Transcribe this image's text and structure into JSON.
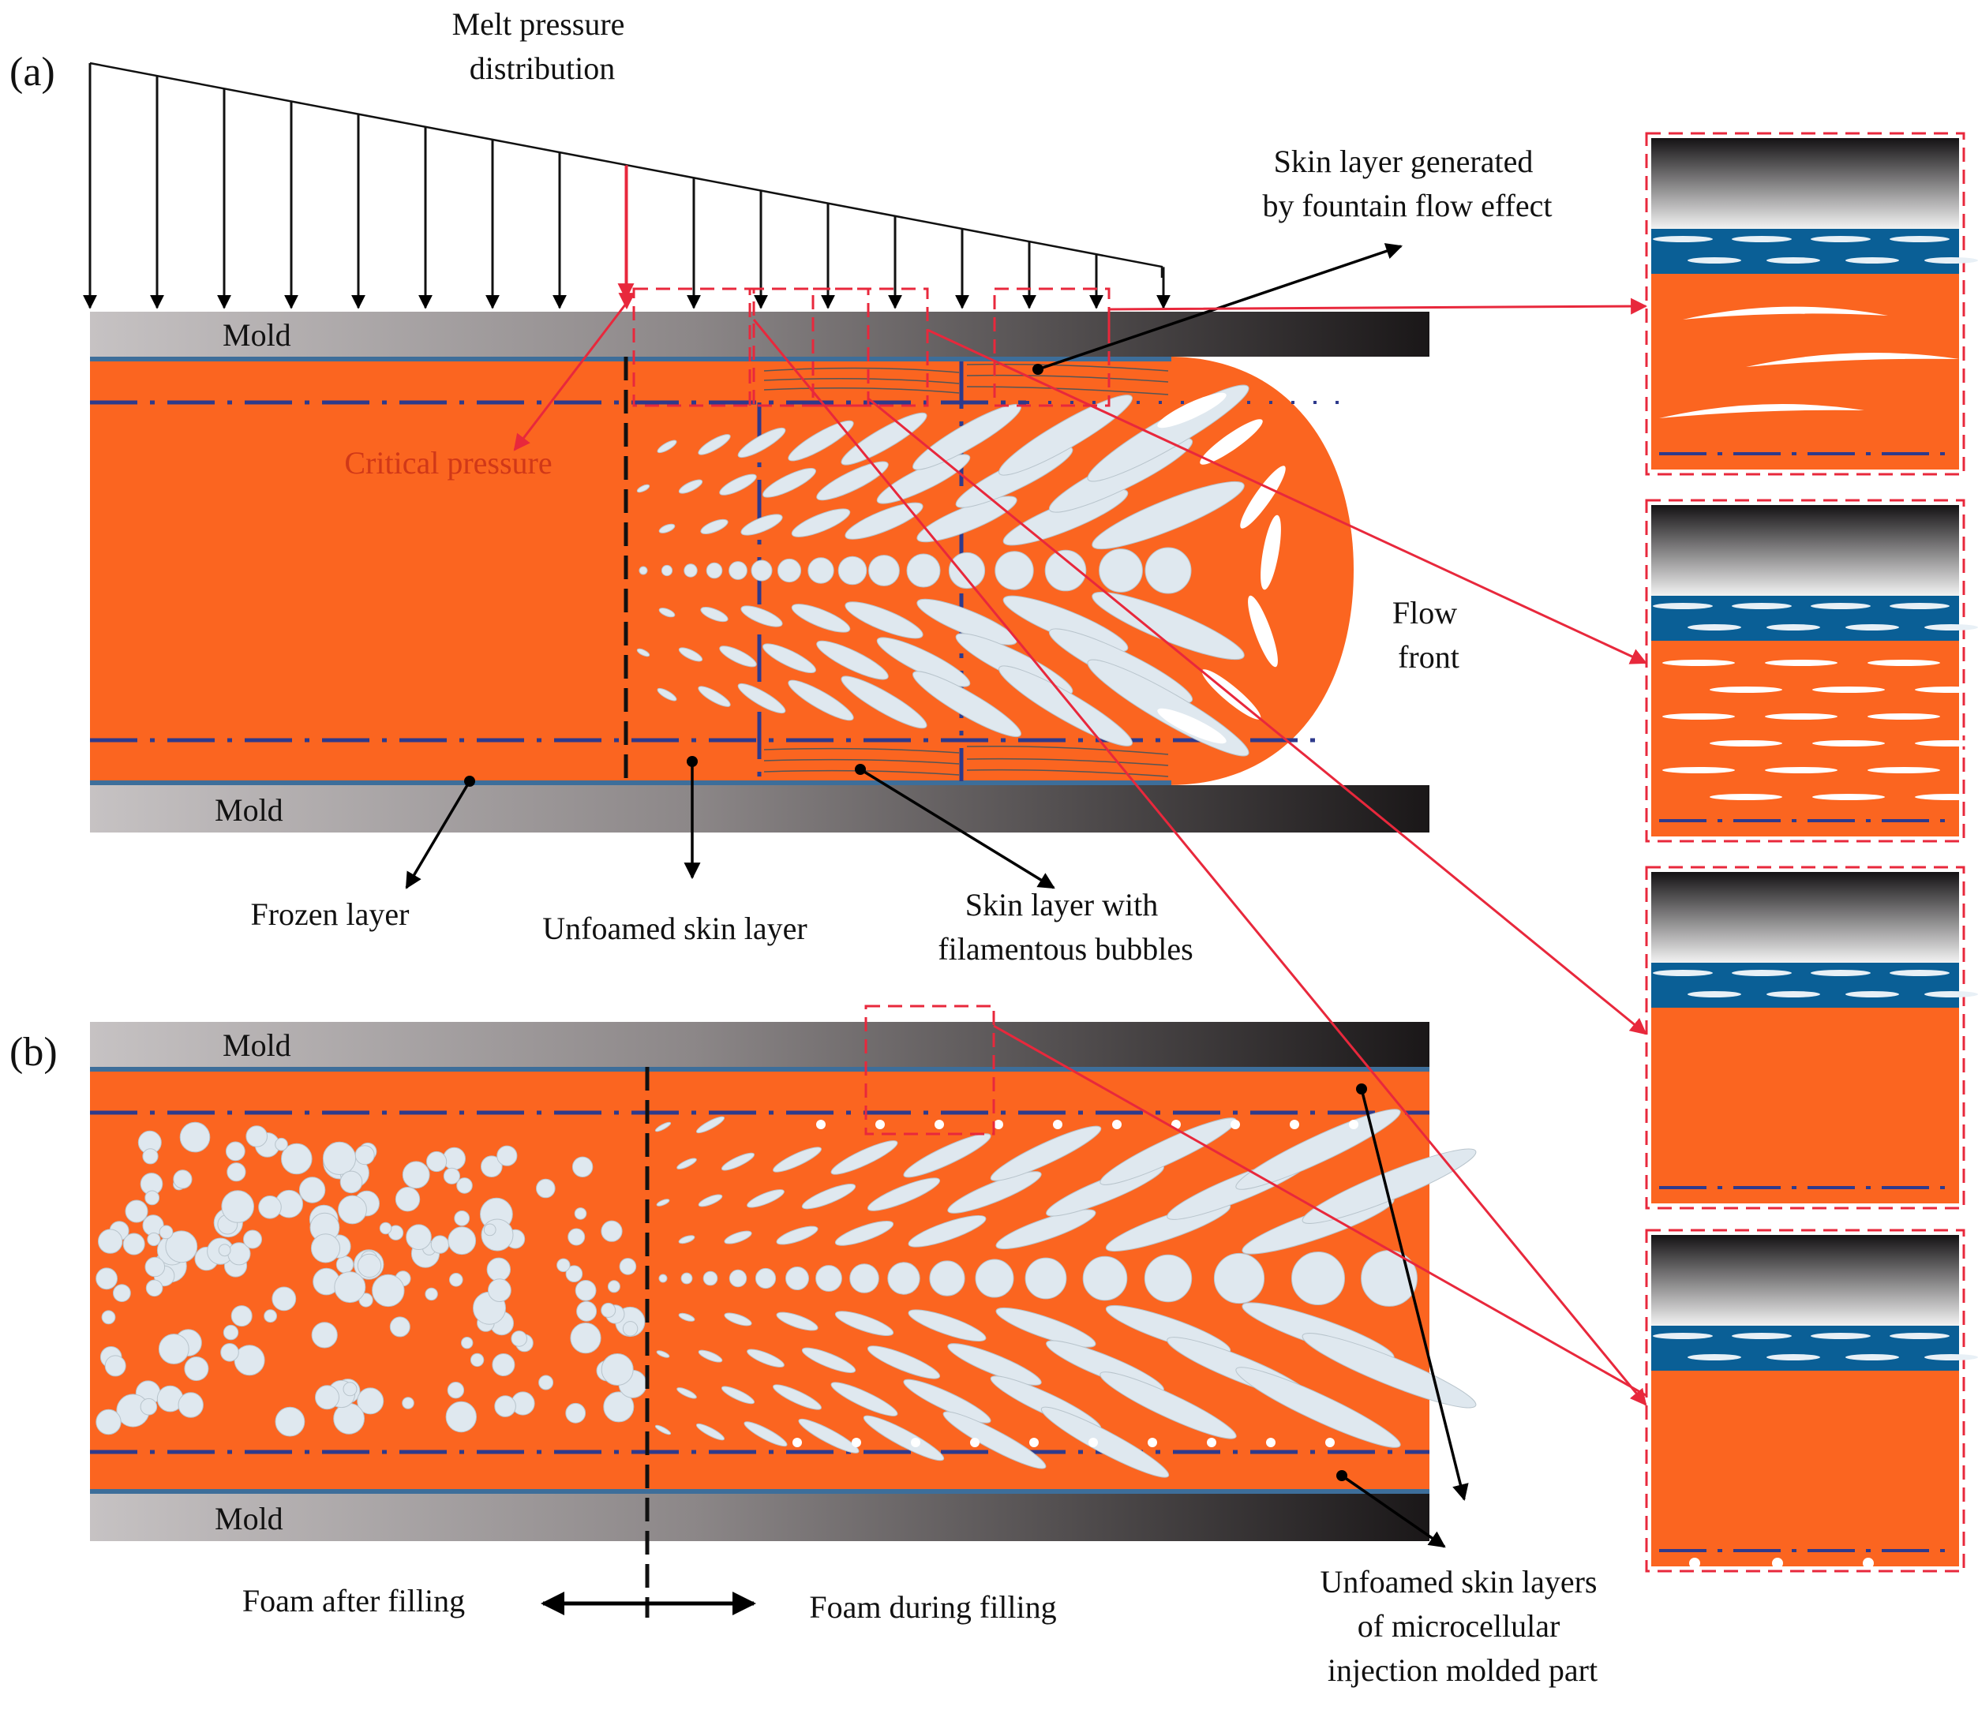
{
  "panel_a_label": "(a)",
  "panel_b_label": "(b)",
  "melt_pressure_label": [
    "Melt pressure",
    "distribution"
  ],
  "critical_pressure_label": "Critical pressure",
  "mold_label": "Mold",
  "skin_fountain_label": [
    "Skin layer generated",
    "by fountain flow effect"
  ],
  "flow_front_label": [
    "Flow",
    "front"
  ],
  "frozen_layer_label": "Frozen layer",
  "unfoamed_skin_label": "Unfoamed skin layer",
  "skin_filament_label": [
    "Skin layer with",
    "filamentous bubbles"
  ],
  "foam_after_label": "Foam after filling",
  "foam_during_label": "Foam during filling",
  "unfoamed_skin_layers_label": [
    "Unfoamed skin layers",
    "of microcellular",
    "injection molded part"
  ],
  "colors": {
    "melt": "#fb6520",
    "bubble": "#dfe8ef",
    "skin_blue": "#0a5f96",
    "layer_line": "#2e3a8c",
    "callout_red": "#e8283c",
    "label_red": "#d03818"
  }
}
